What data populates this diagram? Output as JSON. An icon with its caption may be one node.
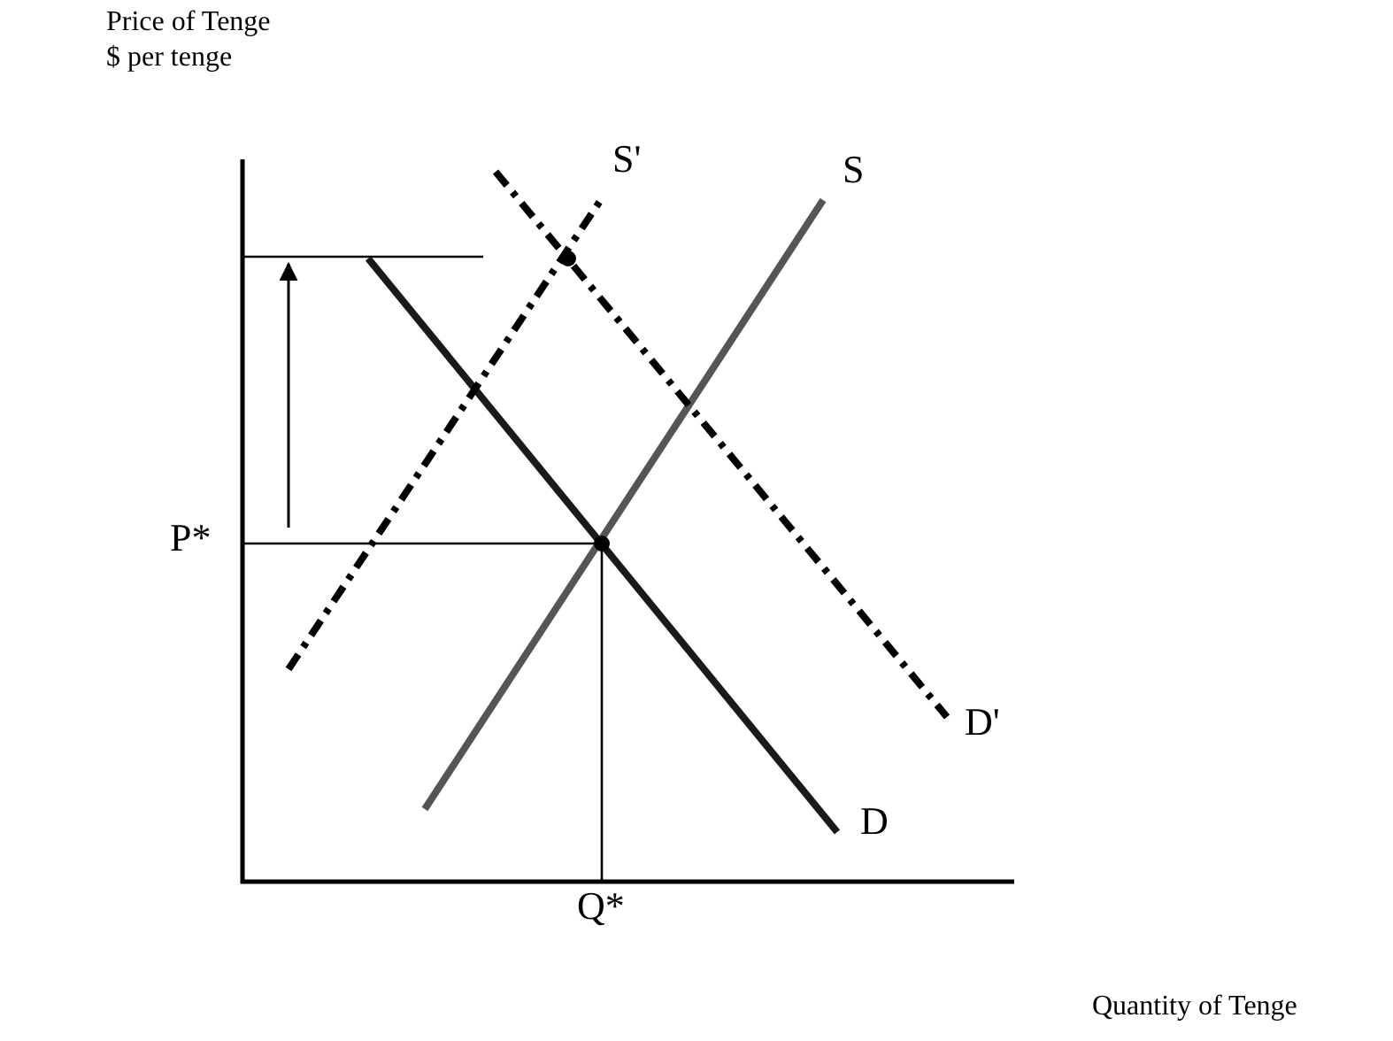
{
  "diagram": {
    "labels": [
      "Price of Tenge",
      "$ per tenge",
      "S'",
      "S",
      "P*",
      "D'",
      "D",
      "Q*",
      "Quantity of Tenge"
    ]
  }
}
